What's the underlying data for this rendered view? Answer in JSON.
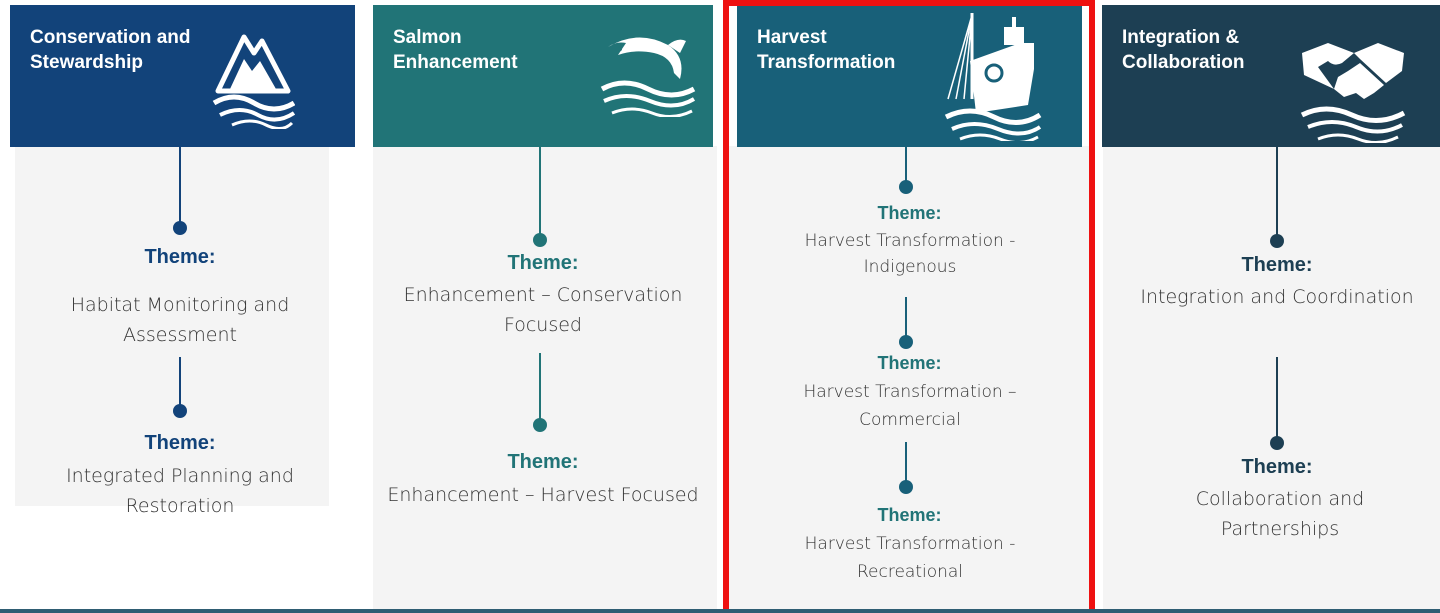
{
  "columns": [
    {
      "header": "Conservation and Stewardship",
      "icon": "mountain-waves-icon",
      "color": "#12437a",
      "label_color": "#12437a",
      "themes": [
        {
          "label": "Theme:",
          "text": "Habitat Monitoring and Assessment"
        },
        {
          "label": "Theme:",
          "text": "Integrated Planning and Restoration"
        }
      ]
    },
    {
      "header": "Salmon Enhancement",
      "icon": "salmon-icon",
      "color": "#217477",
      "label_color": "#217477",
      "themes": [
        {
          "label": "Theme:",
          "text": "Enhancement – Conservation Focused"
        },
        {
          "label": "Theme:",
          "text": "Enhancement – Harvest Focused"
        }
      ]
    },
    {
      "header": "Harvest Transformation",
      "icon": "fishing-boat-icon",
      "color": "#186079",
      "label_color": "#217477",
      "highlighted": true,
      "themes": [
        {
          "label": "Theme:",
          "text": "Harvest Transformation - Indigenous"
        },
        {
          "label": "Theme:",
          "text": "Harvest Transformation – Commercial"
        },
        {
          "label": "Theme:",
          "text": "Harvest Transformation - Recreational"
        }
      ]
    },
    {
      "header": "Integration & Collaboration",
      "icon": "handshake-icon",
      "color": "#1d3f53",
      "label_color": "#1d3f53",
      "themes": [
        {
          "label": "Theme:",
          "text": "Integration and Coordination"
        },
        {
          "label": "Theme:",
          "text": "Collaboration and Partnerships"
        }
      ]
    }
  ],
  "highlight_color": "#ee1111"
}
